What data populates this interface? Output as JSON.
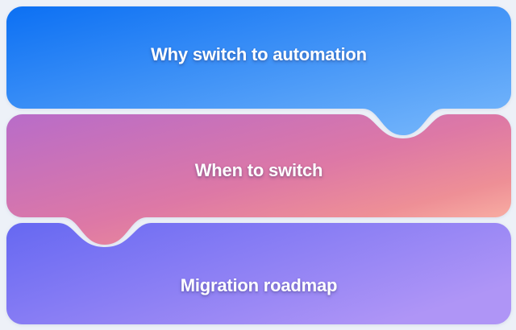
{
  "page": {
    "background_color": "#edf1f8",
    "text_color": "#ffffff"
  },
  "cards": [
    {
      "title": "Why switch to automation",
      "gradient": {
        "from": "#0c70f3",
        "to": "#7ab9fb"
      }
    },
    {
      "title": "When to switch",
      "gradient": {
        "from": "#b86cc9",
        "mid": "#dd78a6",
        "mid2": "#ee8f96",
        "to": "#ffc2ab"
      }
    },
    {
      "title": "Migration roadmap",
      "gradient": {
        "from": "#6668f2",
        "to": "#af95f6"
      }
    }
  ]
}
